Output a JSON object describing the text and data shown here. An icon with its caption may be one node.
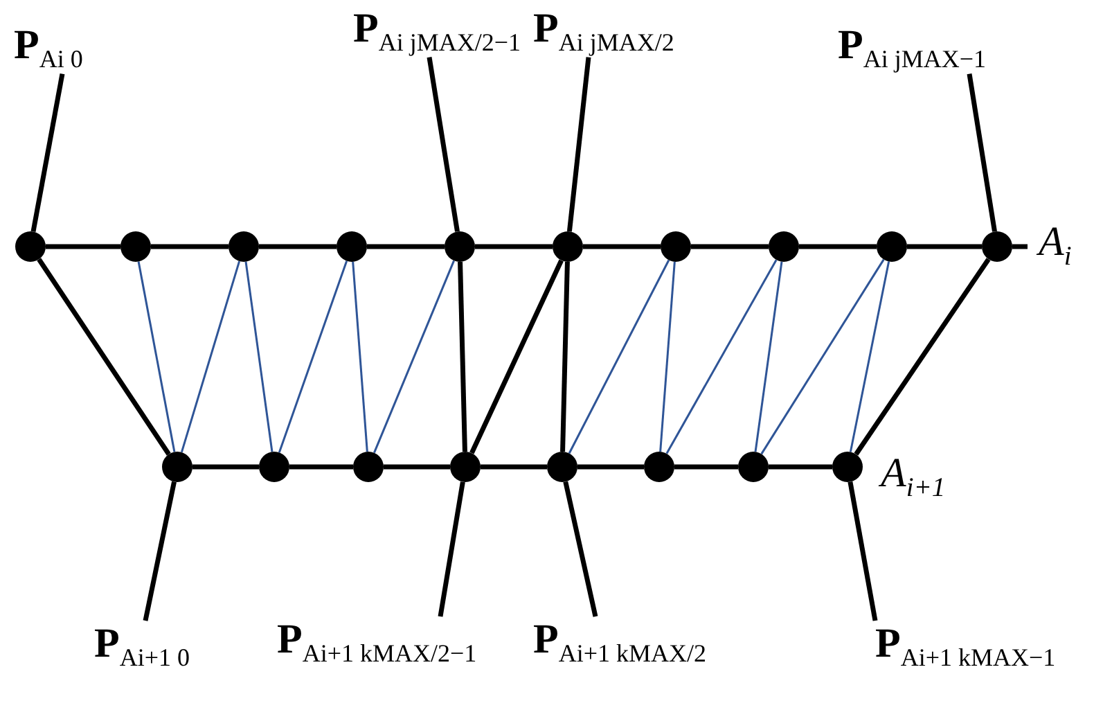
{
  "diagram": {
    "nodes": [
      {
        "text": [
          "**P**$_{Ai 0}$"
        ]
      },
      {
        "text": [
          "**P**$_{Ai jMAX/2−1}$"
        ]
      },
      {
        "text": [
          "**P**$_{Ai jMAX/2}$"
        ]
      },
      {
        "text": [
          "**P**$_{Ai jMAX−1}$"
        ]
      },
      {
        "text": [],
        "shape": "circle"
      },
      {
        "text": [],
        "shape": "circle"
      },
      {
        "text": [],
        "shape": "circle"
      },
      {
        "text": [],
        "shape": "circle"
      },
      {
        "text": [],
        "shape": "circle"
      },
      {
        "text": [],
        "shape": "circle"
      },
      {
        "text": [],
        "shape": "circle"
      },
      {
        "text": [],
        "shape": "circle"
      },
      {
        "text": [],
        "shape": "circle"
      },
      {
        "text": [],
        "shape": "circle"
      },
      {
        "text": [],
        "shape": "circle"
      },
      {
        "text": [],
        "shape": "circle"
      },
      {
        "text": [],
        "shape": "circle"
      },
      {
        "text": [],
        "shape": "circle"
      },
      {
        "text": [],
        "shape": "circle"
      },
      {
        "text": [],
        "shape": "circle"
      },
      {
        "text": [],
        "shape": "circle"
      },
      {
        "text": [],
        "shape": "circle"
      },
      {
        "text": [
          "**P**$_{Ai+1 0}$"
        ]
      },
      {
        "text": [
          "**P**$_{Ai+1 kMAX/2−1}$"
        ]
      },
      {
        "text": [
          "**P**$_{Ai+1 kMAX/2}$"
        ]
      },
      {
        "text": [
          "**P**$_{Ai+1 kMAX−1}$"
        ]
      }
    ],
    "edges": [
      {
        "from": 0,
        "to": 4,
        "arrow": "none"
      },
      {
        "from": 1,
        "to": 8,
        "arrow": "none"
      },
      {
        "from": 2,
        "to": 9,
        "arrow": "none"
      },
      {
        "from": 3,
        "to": 13,
        "arrow": "none"
      },
      {
        "from": 4,
        "to": 5,
        "arrow": "none"
      },
      {
        "from": 5,
        "to": 6,
        "arrow": "none"
      },
      {
        "from": 6,
        "to": 7,
        "arrow": "none"
      },
      {
        "from": 7,
        "to": 8,
        "arrow": "none"
      },
      {
        "from": 8,
        "to": 9,
        "arrow": "none"
      },
      {
        "from": 9,
        "to": 10,
        "arrow": "none"
      },
      {
        "from": 10,
        "to": 11,
        "arrow": "none"
      },
      {
        "from": 11,
        "to": 12,
        "arrow": "none"
      },
      {
        "from": 12,
        "to": 13,
        "arrow": "none"
      },
      {
        "from": 4,
        "to": 14,
        "arrow": "none"
      },
      {
        "from": 5,
        "to": 14,
        "arrow": "none",
        "color": "#2f5597"
      },
      {
        "from": 14,
        "to": 6,
        "arrow": "none",
        "color": "#2f5597"
      },
      {
        "from": 6,
        "to": 15,
        "arrow": "none",
        "color": "#2f5597"
      },
      {
        "from": 15,
        "to": 7,
        "arrow": "none",
        "color": "#2f5597"
      },
      {
        "from": 7,
        "to": 16,
        "arrow": "none",
        "color": "#2f5597"
      },
      {
        "from": 16,
        "to": 8,
        "arrow": "none",
        "color": "#2f5597"
      },
      {
        "from": 8,
        "to": 17,
        "arrow": "none"
      },
      {
        "from": 17,
        "to": 9,
        "arrow": "none"
      },
      {
        "from": 9,
        "to": 18,
        "arrow": "none"
      },
      {
        "from": 18,
        "to": 10,
        "arrow": "none",
        "color": "#2f5597"
      },
      {
        "from": 10,
        "to": 19,
        "arrow": "none",
        "color": "#2f5597"
      },
      {
        "from": 19,
        "to": 11,
        "arrow": "none",
        "color": "#2f5597"
      },
      {
        "from": 11,
        "to": 20,
        "arrow": "none",
        "color": "#2f5597"
      },
      {
        "from": 20,
        "to": 12,
        "arrow": "none",
        "color": "#2f5597"
      },
      {
        "from": 12,
        "to": 21,
        "arrow": "none",
        "color": "#2f5597"
      },
      {
        "from": 13,
        "to": 21,
        "arrow": "none"
      },
      {
        "from": 14,
        "to": 15,
        "arrow": "none"
      },
      {
        "from": 15,
        "to": 16,
        "arrow": "none"
      },
      {
        "from": 16,
        "to": 17,
        "arrow": "none"
      },
      {
        "from": 17,
        "to": 18,
        "arrow": "none"
      },
      {
        "from": 18,
        "to": 19,
        "arrow": "none"
      },
      {
        "from": 19,
        "to": 20,
        "arrow": "none"
      },
      {
        "from": 20,
        "to": 21,
        "arrow": "none"
      },
      {
        "from": 22,
        "to": 14,
        "arrow": "none"
      },
      {
        "from": 23,
        "to": 17,
        "arrow": "none"
      },
      {
        "from": 24,
        "to": 18,
        "arrow": "none"
      },
      {
        "from": 25,
        "to": 21,
        "arrow": "none"
      }
    ],
    "labels": [
      "A$_{i}$",
      "A$_{i+1}$"
    ]
  }
}
